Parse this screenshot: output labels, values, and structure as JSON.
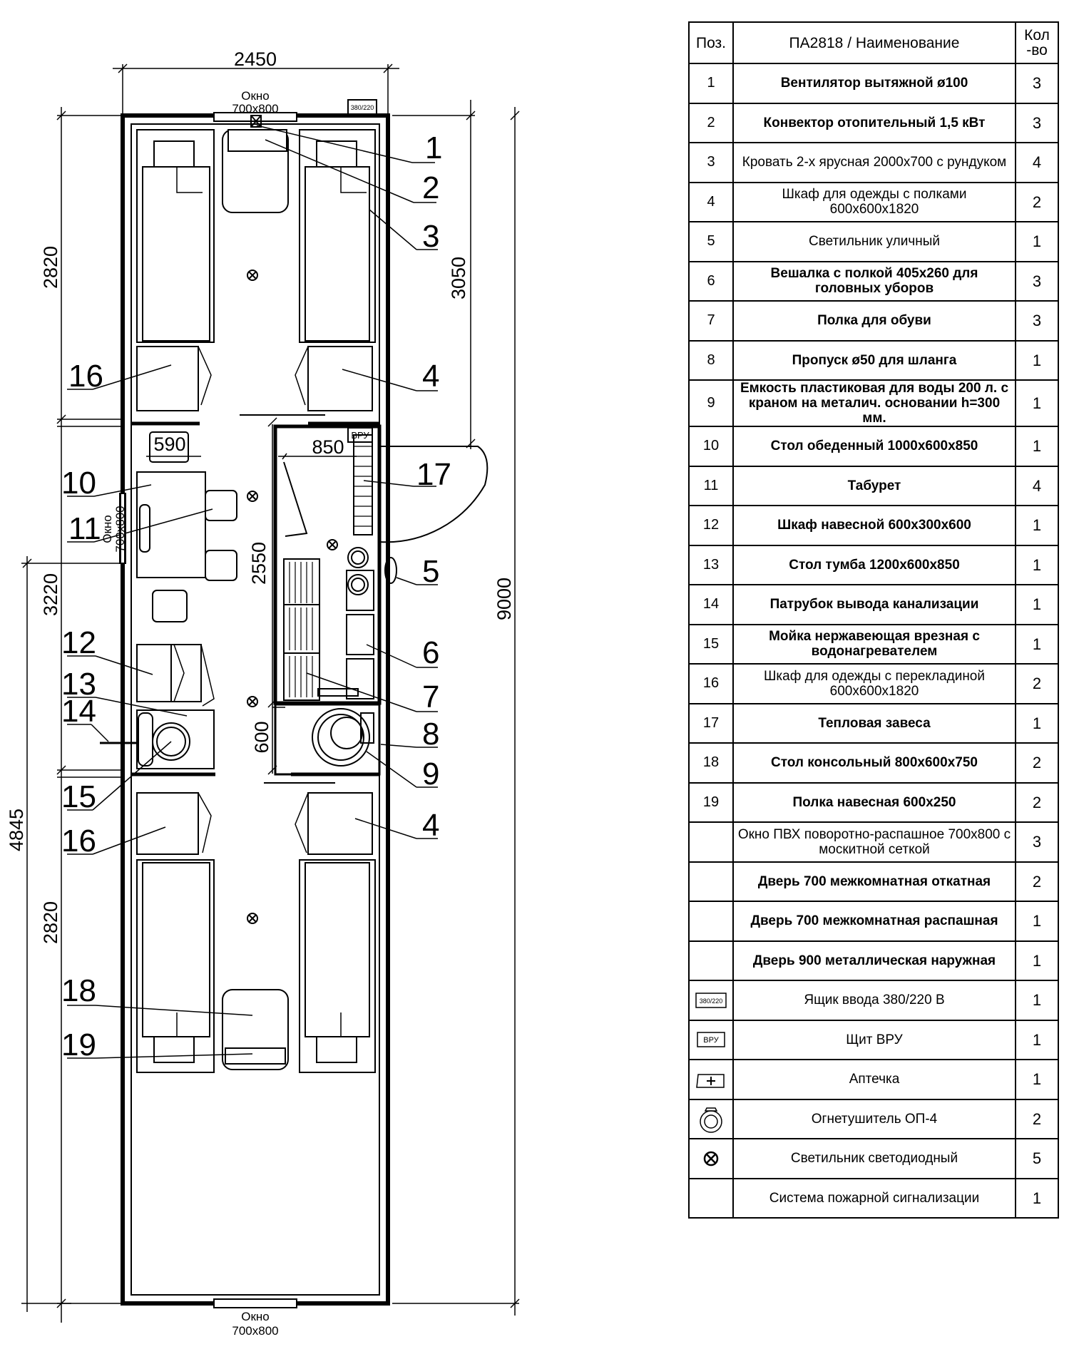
{
  "plan": {
    "dims": {
      "width_top": "2450",
      "left_upper": "2820",
      "right_upper": "3050",
      "left_mid": "3220",
      "center_mid": "2550",
      "right_total": "9000",
      "left_lower_total": "4845",
      "left_lower": "2820",
      "small_600": "600",
      "inner_590": "590",
      "inner_850": "850"
    },
    "window_label": "Окно",
    "window_size": "700x800",
    "box_380": "380/220",
    "box_vru": "ВРУ",
    "callouts": [
      "1",
      "2",
      "3",
      "4",
      "5",
      "6",
      "7",
      "8",
      "9",
      "10",
      "11",
      "12",
      "13",
      "14",
      "15",
      "16",
      "17",
      "18",
      "19"
    ]
  },
  "spec": {
    "header": {
      "pos": "Поз.",
      "name": "ПА2818 / Наименование",
      "qty": "Кол -во"
    },
    "rows": [
      {
        "pos": "1",
        "name": "Вентилятор вытяжной ø100",
        "qty": "3",
        "bold": true
      },
      {
        "pos": "2",
        "name": "Конвектор отопительный 1,5 кВт",
        "qty": "3",
        "bold": true
      },
      {
        "pos": "3",
        "name": "Кровать 2-х ярусная 2000х700 с рундуком",
        "qty": "4",
        "bold": false
      },
      {
        "pos": "4",
        "name": "Шкаф для одежды с полками 600х600х1820",
        "qty": "2",
        "bold": false
      },
      {
        "pos": "5",
        "name": "Светильник уличный",
        "qty": "1",
        "bold": false
      },
      {
        "pos": "6",
        "name": "Вешалка с полкой 405х260 для головных уборов",
        "qty": "3",
        "bold": true
      },
      {
        "pos": "7",
        "name": "Полка для обуви",
        "qty": "3",
        "bold": true
      },
      {
        "pos": "8",
        "name": "Пропуск ø50 для шланга",
        "qty": "1",
        "bold": true
      },
      {
        "pos": "9",
        "name": "Емкость пластиковая для воды 200 л. с краном на металич. основании h=300 мм.",
        "qty": "1",
        "bold": true
      },
      {
        "pos": "10",
        "name": "Стол обеденный 1000х600х850",
        "qty": "1",
        "bold": true
      },
      {
        "pos": "11",
        "name": "Табурет",
        "qty": "4",
        "bold": true
      },
      {
        "pos": "12",
        "name": "Шкаф навесной  600х300х600",
        "qty": "1",
        "bold": true
      },
      {
        "pos": "13",
        "name": "Стол тумба 1200х600х850",
        "qty": "1",
        "bold": true
      },
      {
        "pos": "14",
        "name": "Патрубок вывода канализации",
        "qty": "1",
        "bold": true
      },
      {
        "pos": "15",
        "name": "Мойка нержавеющая врезная  с водонагревателем",
        "qty": "1",
        "bold": true
      },
      {
        "pos": "16",
        "name": "Шкаф для одежды с перекладиной 600х600х1820",
        "qty": "2",
        "bold": false
      },
      {
        "pos": "17",
        "name": "Тепловая завеса",
        "qty": "1",
        "bold": true
      },
      {
        "pos": "18",
        "name": "Стол консольный 800х600х750",
        "qty": "2",
        "bold": true
      },
      {
        "pos": "19",
        "name": "Полка навесная 600х250",
        "qty": "2",
        "bold": true
      },
      {
        "pos": "",
        "name": "Окно ПВХ поворотно-распашное 700х800 с москитной сеткой",
        "qty": "3",
        "bold": false
      },
      {
        "pos": "",
        "name": "Дверь 700 межкомнатная откатная",
        "qty": "2",
        "bold": true
      },
      {
        "pos": "",
        "name": "Дверь 700 межкомнатная распашная",
        "qty": "1",
        "bold": true
      },
      {
        "pos": "",
        "name": "Дверь 900 металлическая наружная",
        "qty": "1",
        "bold": true
      },
      {
        "pos": "",
        "sym": "box380",
        "sym_text": "380/220",
        "name": "Ящик ввода 380/220 В",
        "qty": "1",
        "bold": false
      },
      {
        "pos": "",
        "sym": "vru",
        "sym_text": "ВРУ",
        "name": "Щит ВРУ",
        "qty": "1",
        "bold": false
      },
      {
        "pos": "",
        "sym": "firstaid",
        "name": "Аптечка",
        "qty": "1",
        "bold": false
      },
      {
        "pos": "",
        "sym": "extinguisher",
        "name": "Огнетушитель ОП-4",
        "qty": "2",
        "bold": false
      },
      {
        "pos": "",
        "sym": "lamp",
        "name": "Светильник светодиодный",
        "qty": "5",
        "bold": false
      },
      {
        "pos": "",
        "name": "Система пожарной сигнализации",
        "qty": "1",
        "bold": false
      }
    ]
  }
}
